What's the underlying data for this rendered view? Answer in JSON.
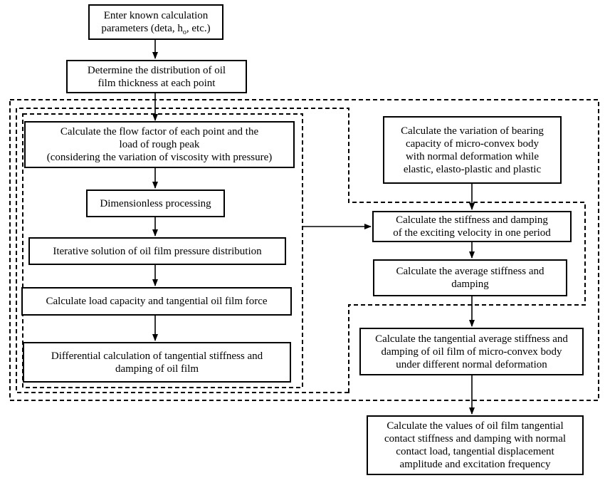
{
  "nodes": {
    "enter_params": {
      "line1": "Enter known calculation",
      "line2_pre": "parameters (deta, h",
      "line2_sub": "o",
      "line2_post": ", etc.)"
    },
    "thickness": [
      "Determine the distribution of oil",
      "film thickness at each point"
    ],
    "flow_factor": [
      "Calculate the flow factor of each point and the",
      "load of rough peak",
      "(considering the variation of viscosity with pressure)"
    ],
    "dimensionless": [
      "Dimensionless processing"
    ],
    "iterative": [
      "Iterative solution of oil film pressure distribution"
    ],
    "load_capacity": [
      "Calculate load capacity and tangential oil film force"
    ],
    "differential": [
      "Differential calculation of tangential stiffness and",
      "damping of oil film"
    ],
    "bearing_capacity": [
      "Calculate the variation of bearing",
      "capacity of micro-convex body",
      "with normal deformation while",
      "elastic, elasto-plastic and plastic"
    ],
    "stiffness_period": [
      "Calculate the stiffness and damping",
      "of the exciting velocity in one period"
    ],
    "average": [
      "Calculate the average stiffness and",
      "damping"
    ],
    "tangential_average": [
      "Calculate the tangential average stiffness and",
      "damping of oil film of micro-convex body",
      "under different normal deformation"
    ],
    "final_values": [
      "Calculate the values of oil film tangential",
      "contact stiffness and damping with normal",
      "contact load, tangential displacement",
      "amplitude and excitation frequency"
    ]
  }
}
